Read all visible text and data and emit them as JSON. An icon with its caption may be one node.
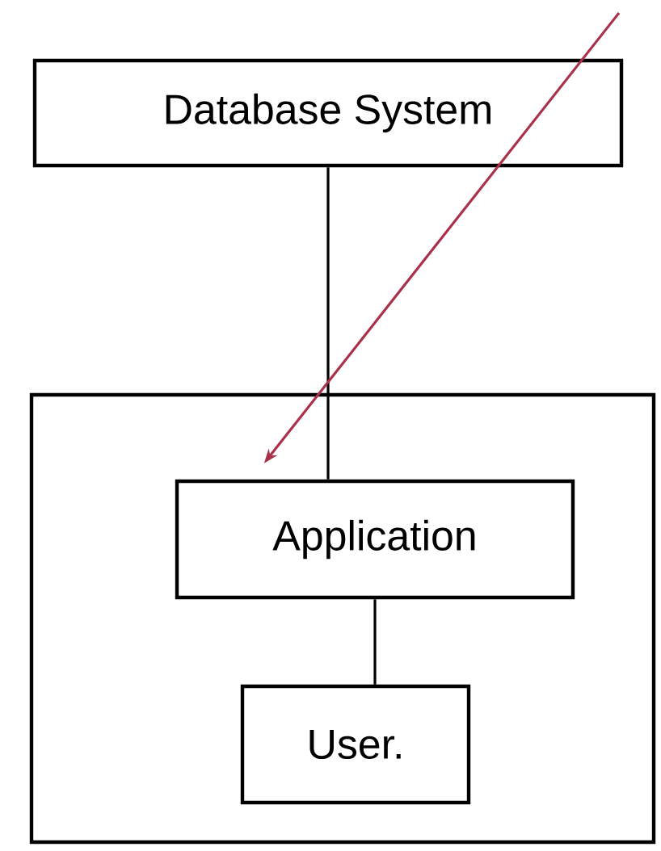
{
  "diagram": {
    "nodes": [
      {
        "text": [
          "Database System"
        ]
      },
      {
        "text": [],
        "shape": "box"
      },
      {
        "text": [
          "Application"
        ],
        "in": 1
      },
      {
        "text": [
          "User."
        ],
        "in": 1
      }
    ],
    "edges": [
      {
        "from": 0,
        "to": 2,
        "arrow": "none"
      },
      {
        "from": 2,
        "to": 3,
        "arrow": "none"
      },
      {
        "from": null,
        "to": 2,
        "arrow": "to",
        "color": "#a8324a"
      }
    ]
  }
}
